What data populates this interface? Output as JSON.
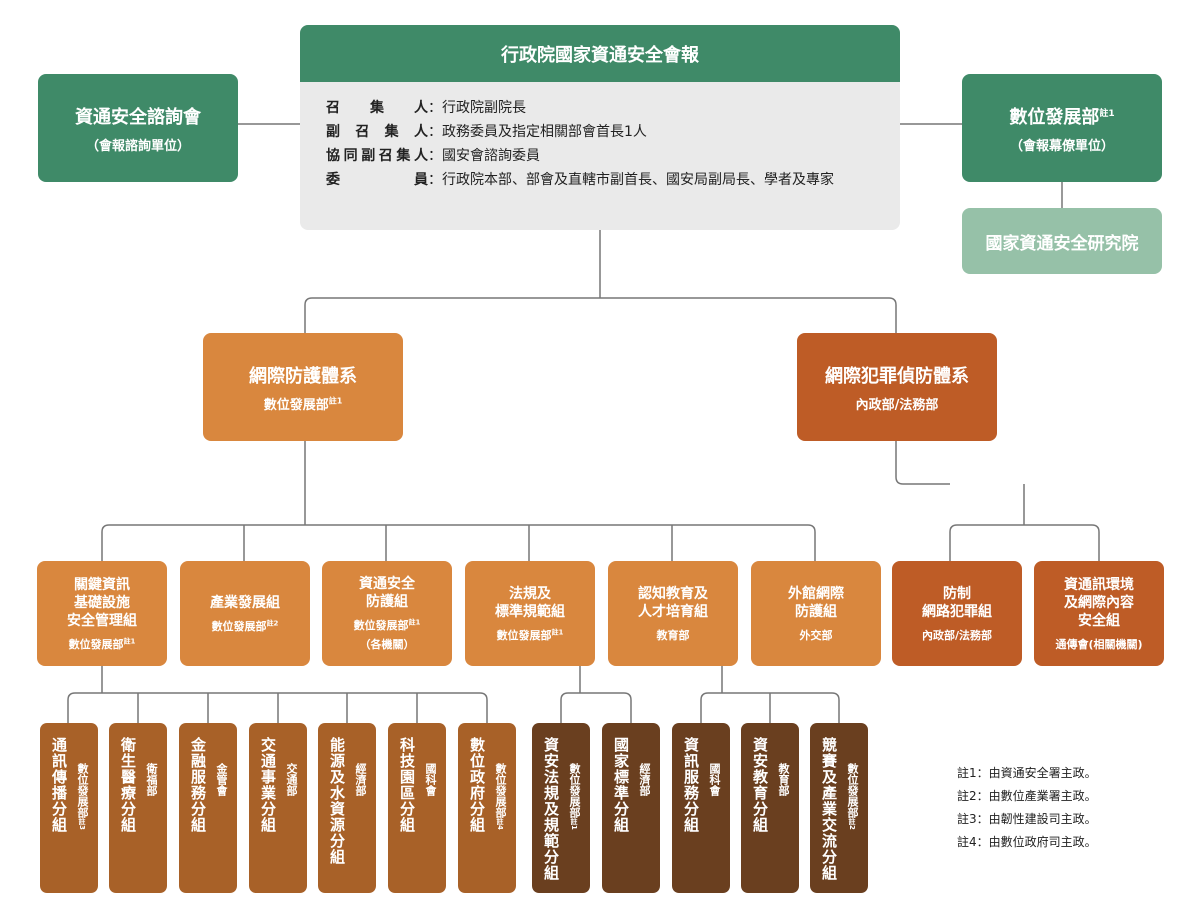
{
  "council": {
    "title": "行政院國家資通安全會報",
    "members": [
      {
        "role": "召集人",
        "desc": "：行政院副院長"
      },
      {
        "role": "副召集人",
        "desc": "：政務委員及指定相關部會首長1人"
      },
      {
        "role": "協同副召集人",
        "desc": "：國安會諮詢委員"
      },
      {
        "role": "委員",
        "desc": "：行政院本部、部會及直轄市副首長、國安局副局長、學者及專家"
      }
    ]
  },
  "advisory": {
    "title": "資通安全諮詢會",
    "sub": "（會報諮詢單位）"
  },
  "moda": {
    "title": "數位發展部",
    "note": "註1",
    "sub": "（會報幕僚單位）"
  },
  "institute": {
    "title": "國家資通安全研究院"
  },
  "branches": [
    {
      "title": "網際防護體系",
      "sub": "數位發展部",
      "note": "註1"
    },
    {
      "title": "網際犯罪偵防體系",
      "sub": "內政部/法務部",
      "note": ""
    }
  ],
  "groups": [
    {
      "title_lines": [
        "關鍵資訊",
        "基礎設施",
        "安全管理組"
      ],
      "sub": "數位發展部",
      "note": "註1",
      "sub2": ""
    },
    {
      "title_lines": [
        "產業發展組"
      ],
      "sub": "數位發展部",
      "note": "註2",
      "sub2": ""
    },
    {
      "title_lines": [
        "資通安全",
        "防護組"
      ],
      "sub": "數位發展部",
      "note": "註1",
      "sub2": "（各機關）"
    },
    {
      "title_lines": [
        "法規及",
        "標準規範組"
      ],
      "sub": "數位發展部",
      "note": "註1",
      "sub2": ""
    },
    {
      "title_lines": [
        "認知教育及",
        "人才培育組"
      ],
      "sub": "教育部",
      "note": "",
      "sub2": ""
    },
    {
      "title_lines": [
        "外館網際",
        "防護組"
      ],
      "sub": "外交部",
      "note": "",
      "sub2": ""
    },
    {
      "title_lines": [
        "防制",
        "網路犯罪組"
      ],
      "sub": "內政部/法務部",
      "note": "",
      "sub2": ""
    },
    {
      "title_lines": [
        "資通訊環境",
        "及網際內容",
        "安全組"
      ],
      "sub": "通傳會(相關機關)",
      "note": "",
      "sub2": ""
    }
  ],
  "subgroups": [
    {
      "title": "通訊傳播分組",
      "org": "數位發展部",
      "note": "註3"
    },
    {
      "title": "衛生醫療分組",
      "org": "衛福部",
      "note": ""
    },
    {
      "title": "金融服務分組",
      "org": "金管會",
      "note": ""
    },
    {
      "title": "交通事業分組",
      "org": "交通部",
      "note": ""
    },
    {
      "title": "能源及水資源分組",
      "org": "經濟部",
      "note": ""
    },
    {
      "title": "科技園區分組",
      "org": "國科會",
      "note": ""
    },
    {
      "title": "數位政府分組",
      "org": "數位發展部",
      "note": "註4"
    },
    {
      "title": "資安法規及規範分組",
      "org": "數位發展部",
      "note": "註1"
    },
    {
      "title": "國家標準分組",
      "org": "經濟部",
      "note": ""
    },
    {
      "title": "資訊服務分組",
      "org": "國科會",
      "note": ""
    },
    {
      "title": "資安教育分組",
      "org": "教育部",
      "note": ""
    },
    {
      "title": "競賽及產業交流分組",
      "org": "數位發展部",
      "note": "註2"
    }
  ],
  "notes": [
    "註1：由資通安全署主政。",
    "註2：由數位產業署主政。",
    "註3：由韌性建設司主政。",
    "註4：由數位政府司主政。"
  ],
  "colors": {
    "green": "#3f8a68",
    "pale_green": "#96c1a8",
    "orange": "#d9873e",
    "rust": "#be5c26",
    "brown": "#a86128",
    "dark_brown": "#6a3f1f",
    "connector": "#777777"
  }
}
